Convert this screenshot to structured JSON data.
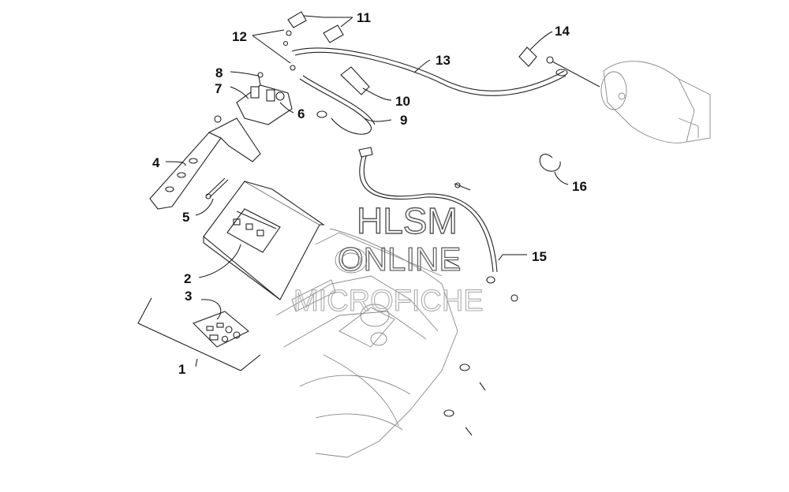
{
  "callouts": [
    {
      "id": "1",
      "text": "1"
    },
    {
      "id": "2",
      "text": "2"
    },
    {
      "id": "3",
      "text": "3"
    },
    {
      "id": "4",
      "text": "4"
    },
    {
      "id": "5",
      "text": "5"
    },
    {
      "id": "6",
      "text": "6"
    },
    {
      "id": "7",
      "text": "7"
    },
    {
      "id": "8",
      "text": "8"
    },
    {
      "id": "9",
      "text": "9"
    },
    {
      "id": "10",
      "text": "10"
    },
    {
      "id": "11",
      "text": "11"
    },
    {
      "id": "12",
      "text": "12"
    },
    {
      "id": "13",
      "text": "13"
    },
    {
      "id": "14",
      "text": "14"
    },
    {
      "id": "15",
      "text": "15"
    },
    {
      "id": "16",
      "text": "16"
    }
  ],
  "watermark": {
    "line1": "HLSM",
    "line2": "ONLINE",
    "line3": "MICROFICHE"
  }
}
